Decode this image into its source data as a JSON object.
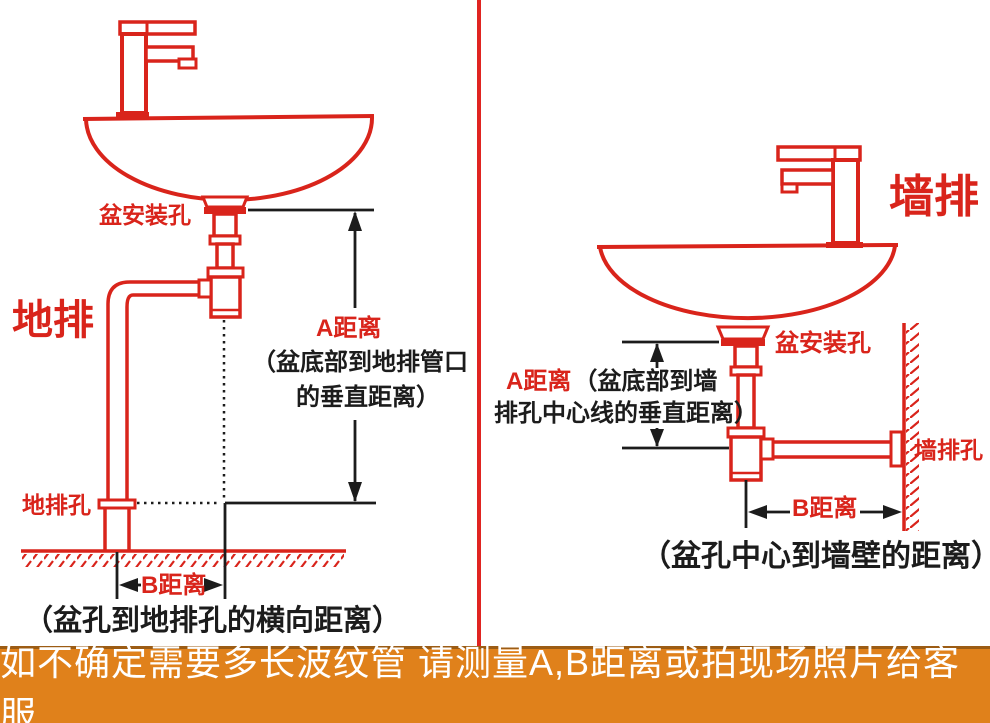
{
  "colors": {
    "line_red": "#d9241b",
    "line_black": "#1c1c1c",
    "banner_bg": "#e0811b",
    "banner_text": "#ffffff",
    "divider_red": "#e02421"
  },
  "left_panel": {
    "title": "地排",
    "basin_hole_label": "盆安装孔",
    "drain_hole_label": "地排孔",
    "dim_a": {
      "label": "A距离",
      "desc_line1": "（盆底部到地排管口",
      "desc_line2": "的垂直距离）"
    },
    "dim_b": {
      "label": "B距离",
      "caption": "（盆孔到地排孔的横向距离）"
    }
  },
  "right_panel": {
    "title": "墙排",
    "basin_hole_label": "盆安装孔",
    "wall_hole_label": "墙排孔",
    "dim_a": {
      "label": "A距离",
      "desc_line1": "（盆底部到墙",
      "desc_line2": "排孔中心线的垂直距离）"
    },
    "dim_b": {
      "label": "B距离",
      "caption": "（盆孔中心到墙壁的距离）"
    }
  },
  "footer": {
    "text": "如不确定需要多长波纹管 请测量A,B距离或拍现场照片给客服"
  }
}
